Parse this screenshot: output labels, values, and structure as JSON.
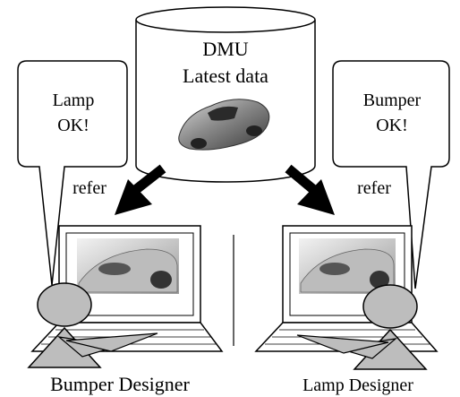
{
  "database": {
    "line1": "DMU",
    "line2": "Latest data"
  },
  "left": {
    "bubble_line1": "Lamp",
    "bubble_line2": "OK!",
    "arrow_label": "refer",
    "caption": "Bumper Designer"
  },
  "right": {
    "bubble_line1": "Bumper",
    "bubble_line2": "OK!",
    "arrow_label": "refer",
    "caption": "Lamp Designer"
  },
  "colors": {
    "stroke": "#000000",
    "person_fill": "#bdbdbd",
    "laptop_fill": "#ffffff",
    "car_body": "#8a8a8a"
  }
}
